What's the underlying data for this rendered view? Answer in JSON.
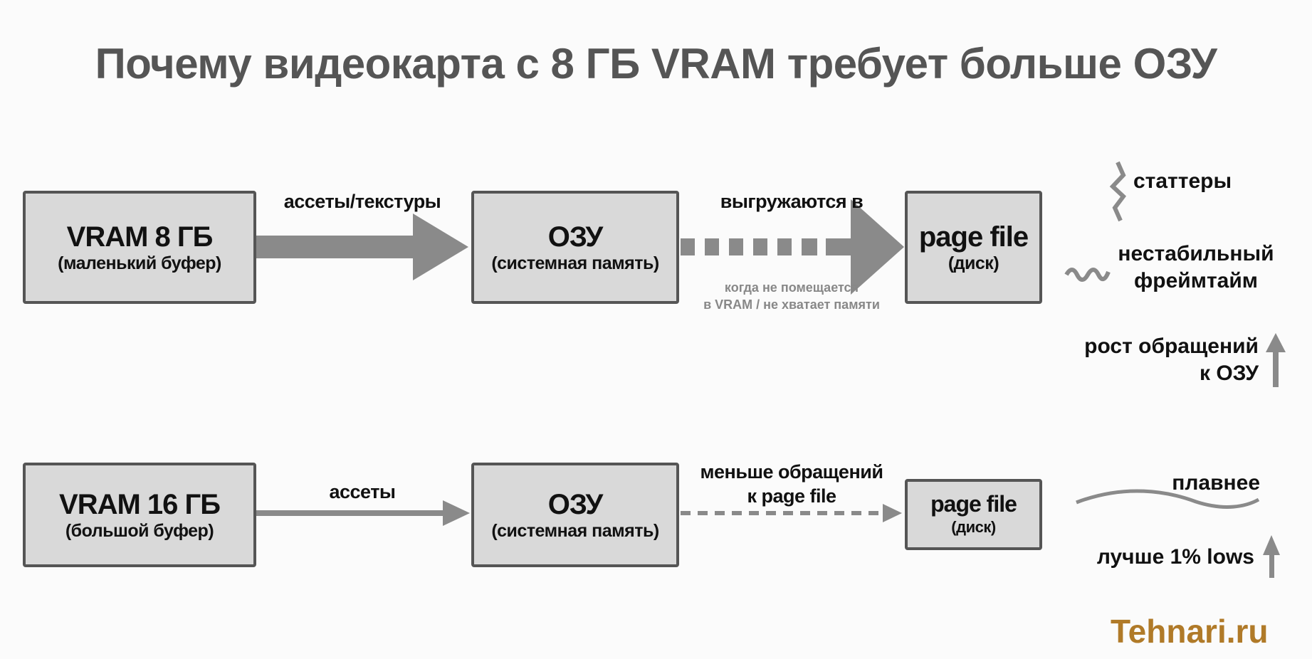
{
  "title": "Почему видеокарта с 8 ГБ VRAM требует больше ОЗУ",
  "row1": {
    "vram": {
      "title": "VRAM 8 ГБ",
      "subtitle": "(маленький буфер)"
    },
    "arrow1_label": "ассеты/текстуры",
    "ram": {
      "title": "ОЗУ",
      "subtitle": "(системная память)"
    },
    "arrow2_label": "выгружаются в",
    "arrow2_note": [
      "когда не помещается",
      "в VRAM / не хватает памяти"
    ],
    "pagefile": {
      "title": "page file",
      "subtitle": "(диск)"
    }
  },
  "row2": {
    "vram": {
      "title": "VRAM 16 ГБ",
      "subtitle": "(большой буфер)"
    },
    "arrow1_label": "ассеты",
    "ram": {
      "title": "ОЗУ",
      "subtitle": "(системная память)"
    },
    "arrow2_label": [
      "меньше обращений",
      "к page file"
    ],
    "pagefile": {
      "title": "page file",
      "subtitle": "(диск)"
    }
  },
  "effects8": {
    "stutter": "статтеры",
    "frametime": [
      "нестабильный",
      "фреймтайм"
    ],
    "ram_access": [
      "рост обращений",
      "к ОЗУ"
    ]
  },
  "effects16": {
    "smoother": "плавнее",
    "lows": "лучше 1% lows"
  },
  "brand": "Tehnari.ru",
  "colors": {
    "arrow": "#8a8a8a",
    "box": "#d9d9d9",
    "border": "#555555",
    "brand": "#b07a28"
  }
}
